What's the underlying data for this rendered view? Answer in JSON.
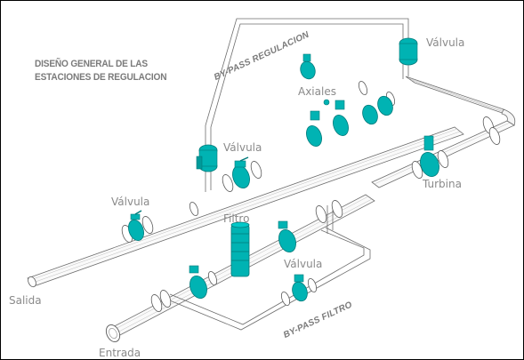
{
  "title": {
    "line1": "DISEÑO GENERAL DE LAS",
    "line2": "ESTACIONES DE REGULACION"
  },
  "bypass": {
    "regulacion": "BY-PASS REGULACION",
    "filtro": "BY-PASS FILTRO"
  },
  "labels": {
    "valvula_top_right": "Válvula",
    "axiales": "Axiales",
    "valvula_mid": "Válvula",
    "turbina": "Turbina",
    "valvula_left": "Válvula",
    "filtro": "Filtro",
    "valvula_filtro": "Válvula",
    "salida": "Salida",
    "entrada": "Entrada"
  },
  "colors": {
    "pipe": "#8c8c8c",
    "pipe_dark": "#5a5a5a",
    "fitting": "#00b3b3",
    "fitting_dark": "#007a7a",
    "text": "#8a8a8a"
  }
}
